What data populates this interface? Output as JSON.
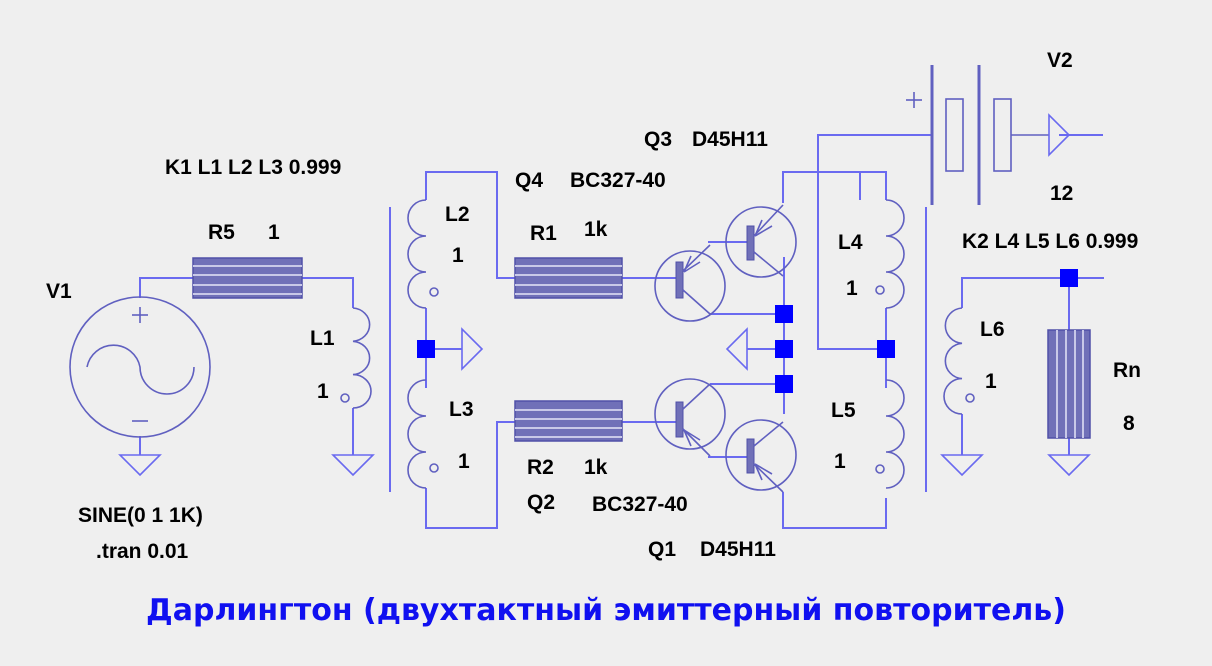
{
  "title": "Дарлингтон (двухтактный эмиттерный повторитель)",
  "colors": {
    "wire": "#6a6af0",
    "symbol": "#6060c0",
    "junction": "#0000ff",
    "title": "#1010f0",
    "background": "#efefef"
  },
  "components": {
    "V1": {
      "name": "V1",
      "value": "SINE(0 1 1K)",
      "directive": ".tran 0.01"
    },
    "V2": {
      "name": "V2",
      "value": "12"
    },
    "R5": {
      "name": "R5",
      "value": "1"
    },
    "R1": {
      "name": "R1",
      "value": "1k"
    },
    "R2": {
      "name": "R2",
      "value": "1k"
    },
    "Rn": {
      "name": "Rn",
      "value": "8"
    },
    "L1": {
      "name": "L1",
      "value": "1"
    },
    "L2": {
      "name": "L2",
      "value": "1"
    },
    "L3": {
      "name": "L3",
      "value": "1"
    },
    "L4": {
      "name": "L4",
      "value": "1"
    },
    "L5": {
      "name": "L5",
      "value": "1"
    },
    "L6": {
      "name": "L6",
      "value": "1"
    },
    "Q1": {
      "name": "Q1",
      "model": "D45H11"
    },
    "Q2": {
      "name": "Q2",
      "model": "BC327-40"
    },
    "Q3": {
      "name": "Q3",
      "model": "D45H11"
    },
    "Q4": {
      "name": "Q4",
      "model": "BC327-40"
    },
    "K1": {
      "directive": "K1 L1 L2 L3 0.999"
    },
    "K2": {
      "directive": "K2 L4 L5 L6 0.999"
    }
  }
}
